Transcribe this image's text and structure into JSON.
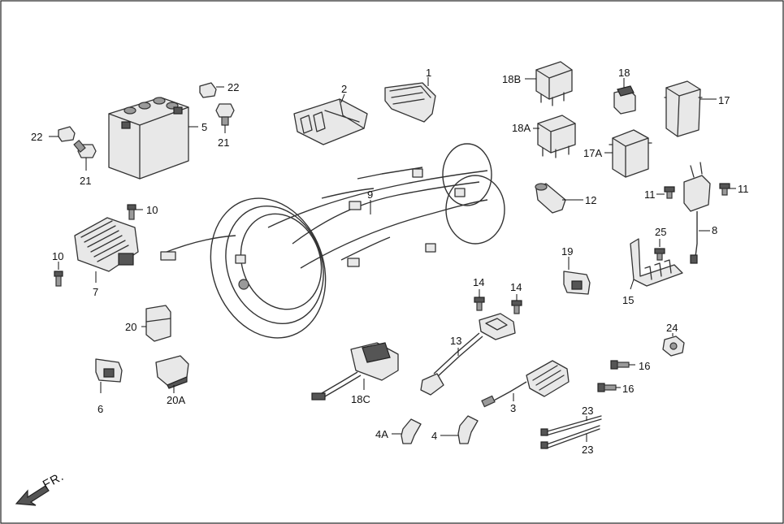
{
  "callouts": {
    "c1": "1",
    "c2": "2",
    "c3": "3",
    "c4": "4",
    "c4a": "4A",
    "c5": "5",
    "c6": "6",
    "c7": "7",
    "c8": "8",
    "c9": "9",
    "c10a": "10",
    "c10b": "10",
    "c11a": "11",
    "c11b": "11",
    "c12": "12",
    "c13": "13",
    "c14a": "14",
    "c14b": "14",
    "c15": "15",
    "c16a": "16",
    "c16b": "16",
    "c17": "17",
    "c17a": "17A",
    "c18": "18",
    "c18a": "18A",
    "c18b": "18B",
    "c18c": "18C",
    "c19": "19",
    "c20": "20",
    "c20a": "20A",
    "c21a": "21",
    "c21b": "21",
    "c22a": "22",
    "c22b": "22",
    "c23a": "23",
    "c23b": "23",
    "c24": "24",
    "c25": "25"
  },
  "front_indicator": {
    "label": "FR.",
    "icon": "front-direction-arrow-icon"
  }
}
